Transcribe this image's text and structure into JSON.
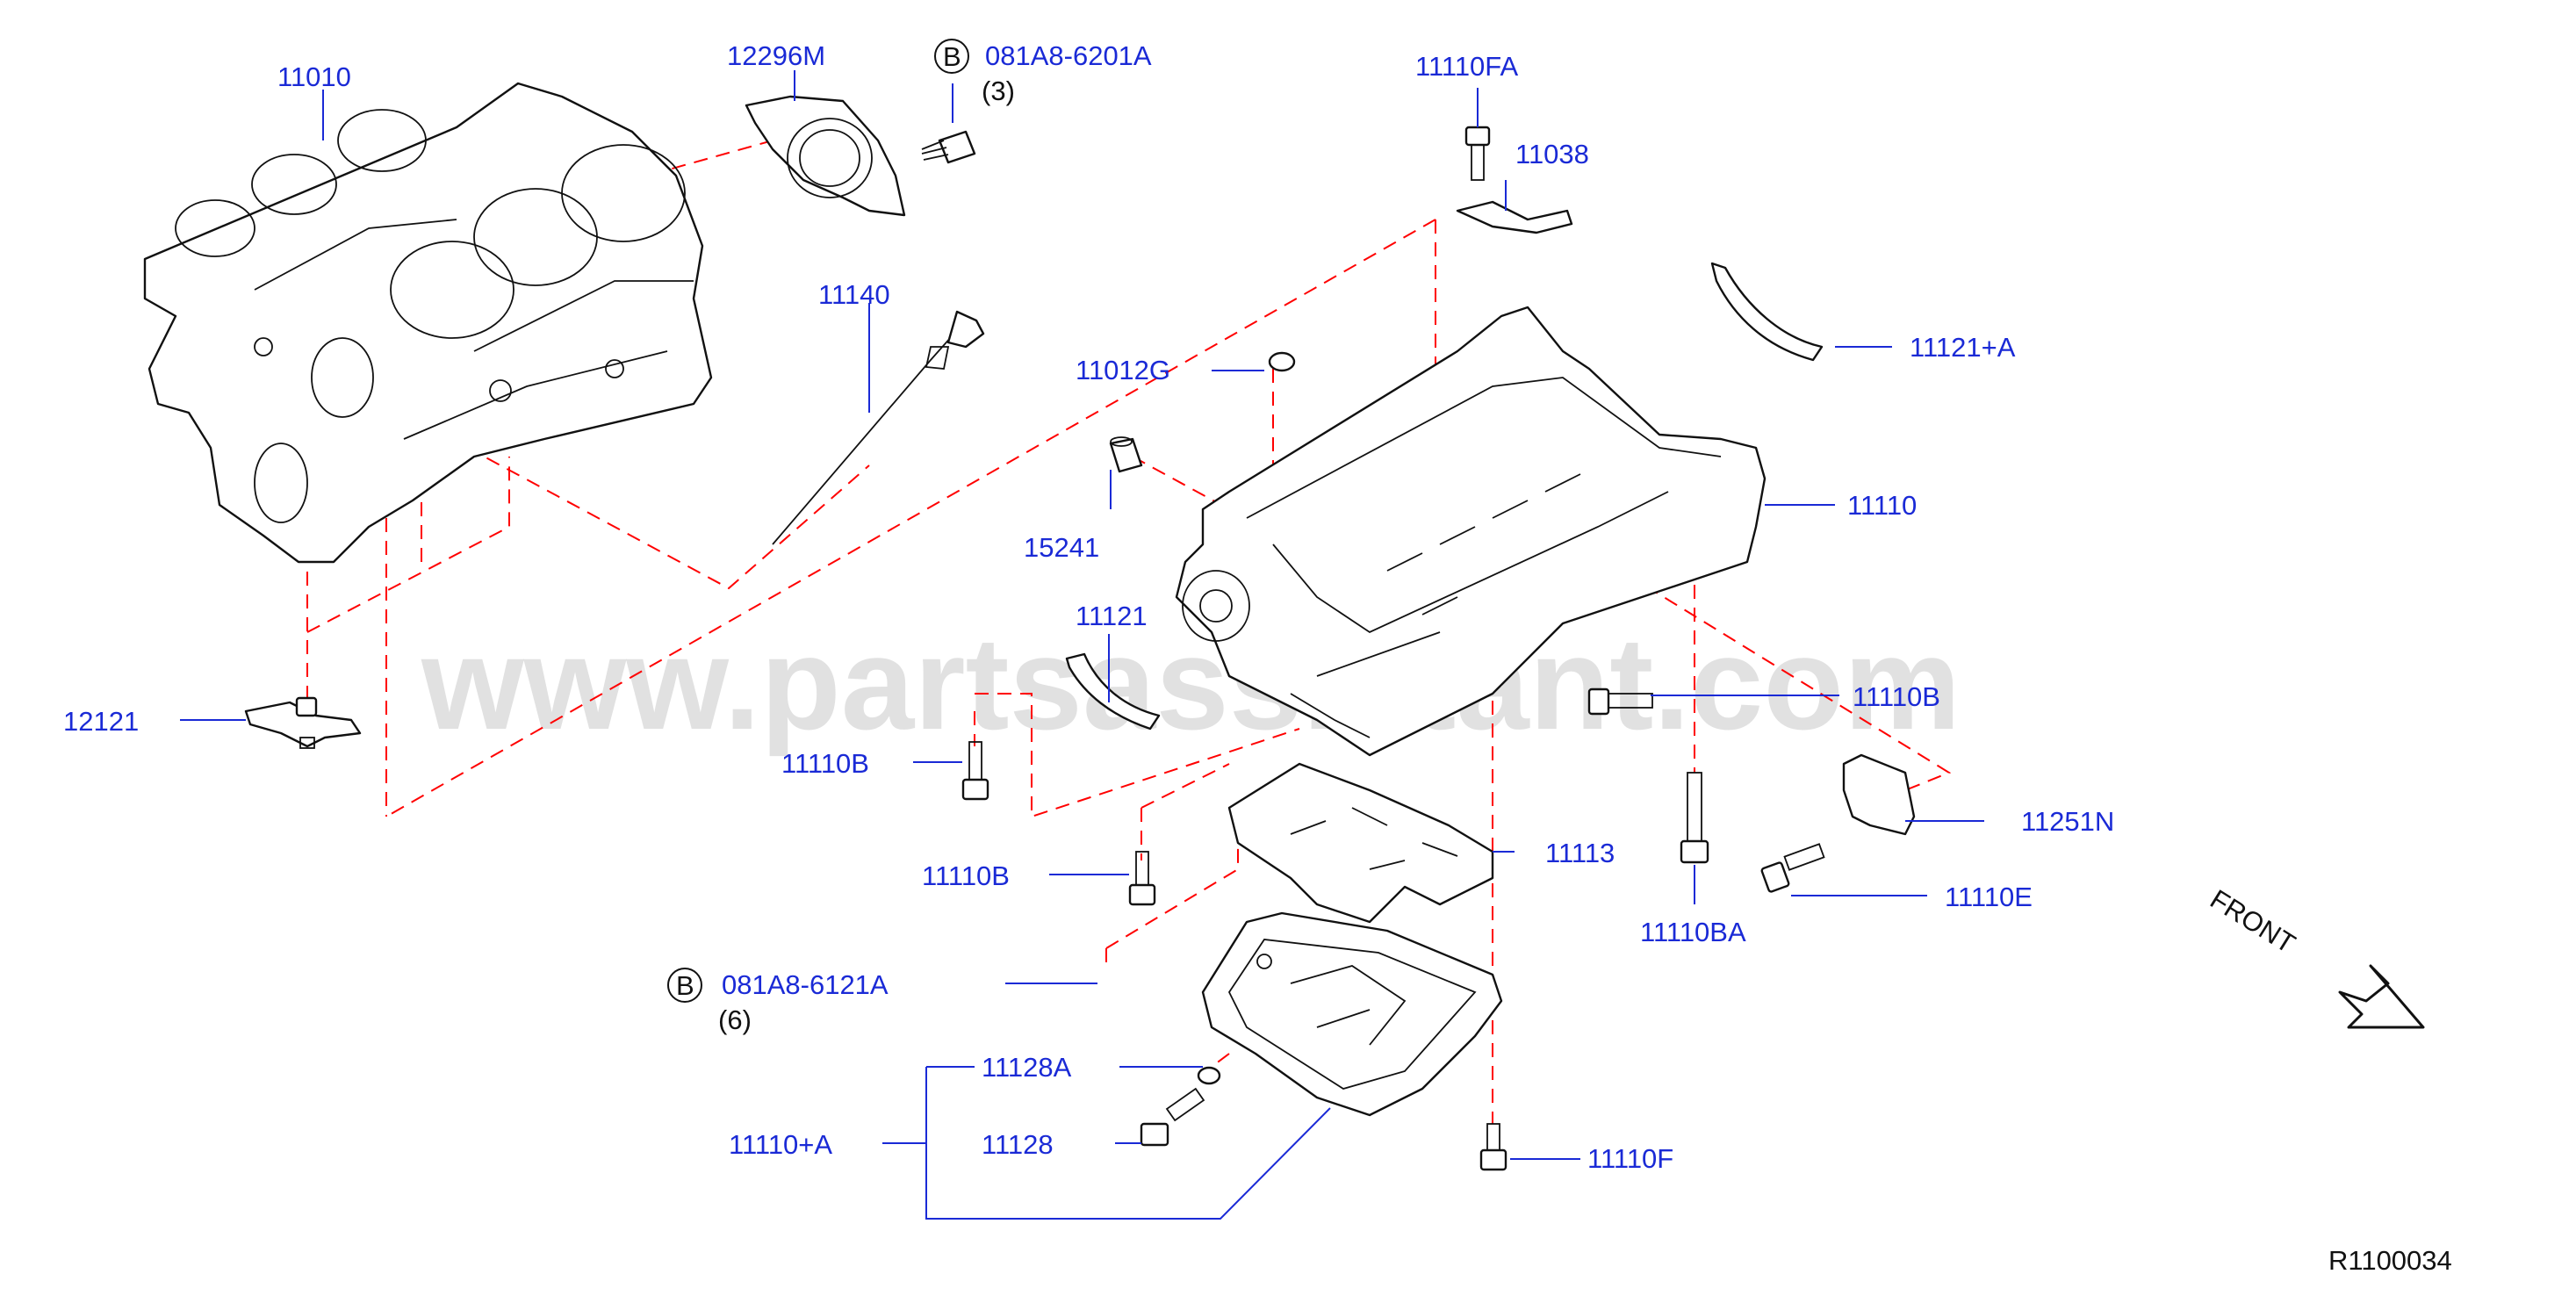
{
  "watermark": "www.partsassistant.com",
  "diagram_code": "R1100034",
  "front_label": "FRONT",
  "bolt_marker": "B",
  "callouts": {
    "c11010": "11010",
    "c12296M": "12296M",
    "c081A8_6201A": "081A8-6201A",
    "qty_3": "(3)",
    "c11110FA": "11110FA",
    "c11038": "11038",
    "c11140": "11140",
    "c11012G": "11012G",
    "c11121A": "11121+A",
    "c15241": "15241",
    "c11110": "11110",
    "c11121": "11121",
    "c12121": "12121",
    "c11110B_1": "11110B",
    "c11110B_2": "11110B",
    "c11110B_3": "11110B",
    "c11113": "11113",
    "c11251N": "11251N",
    "c11110E": "11110E",
    "c11110BA": "11110BA",
    "c081A8_6121A": "081A8-6121A",
    "qty_6": "(6)",
    "c11128A": "11128A",
    "c11110A": "11110+A",
    "c11128": "11128",
    "c11110F": "11110F"
  },
  "colors": {
    "callout_text": "#1a2ad6",
    "leader_line": "#1a2ad6",
    "dashed_guide": "#ff0000",
    "part_outline": "#111111",
    "watermark": "#c8c8c8"
  }
}
